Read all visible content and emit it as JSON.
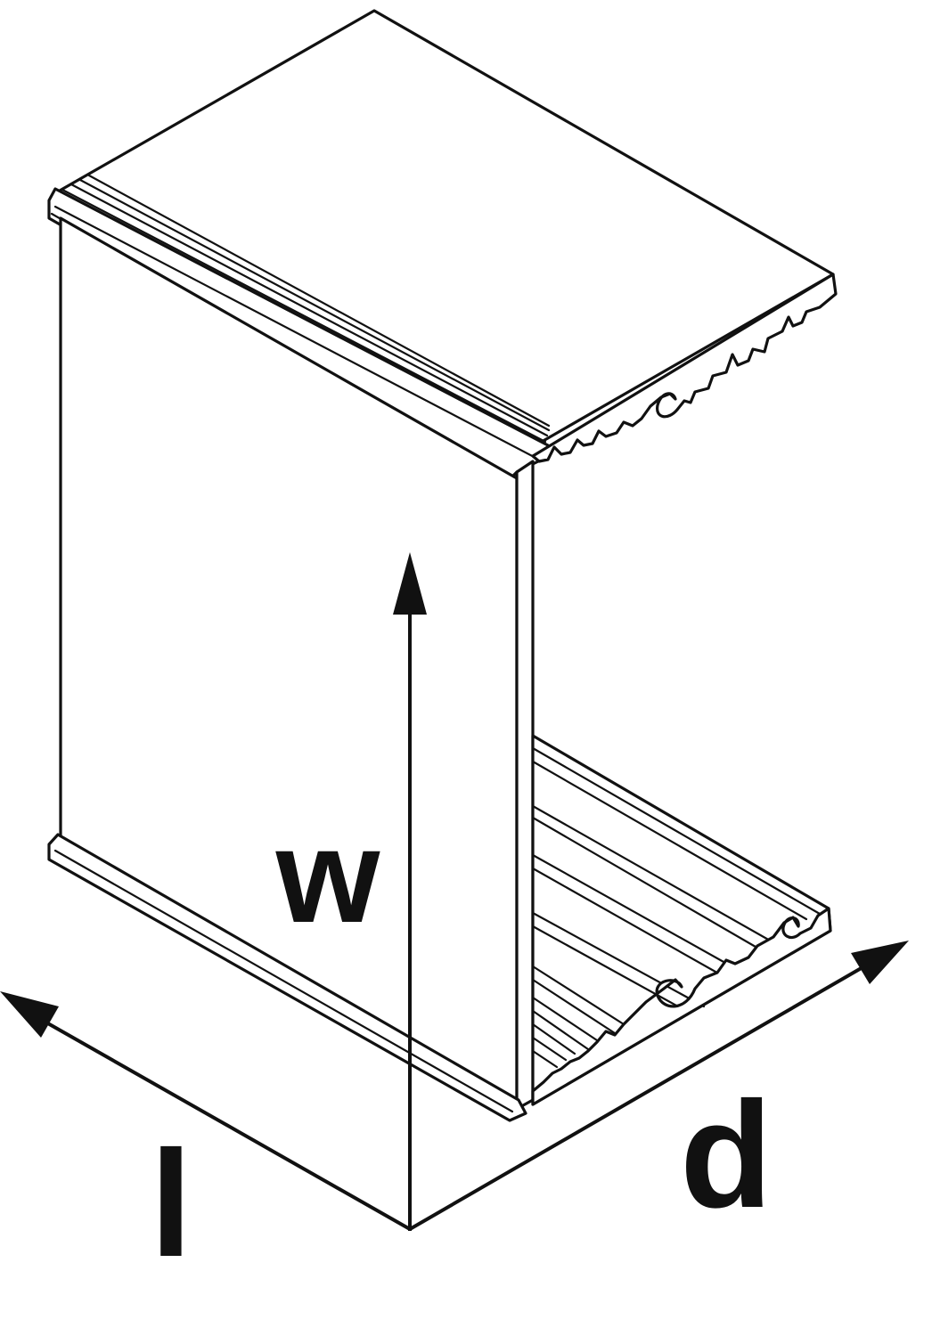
{
  "diagram": {
    "labels": {
      "width": "w",
      "length": "l",
      "depth": "d"
    },
    "line_color": "#111111",
    "background_color": "#ffffff"
  }
}
